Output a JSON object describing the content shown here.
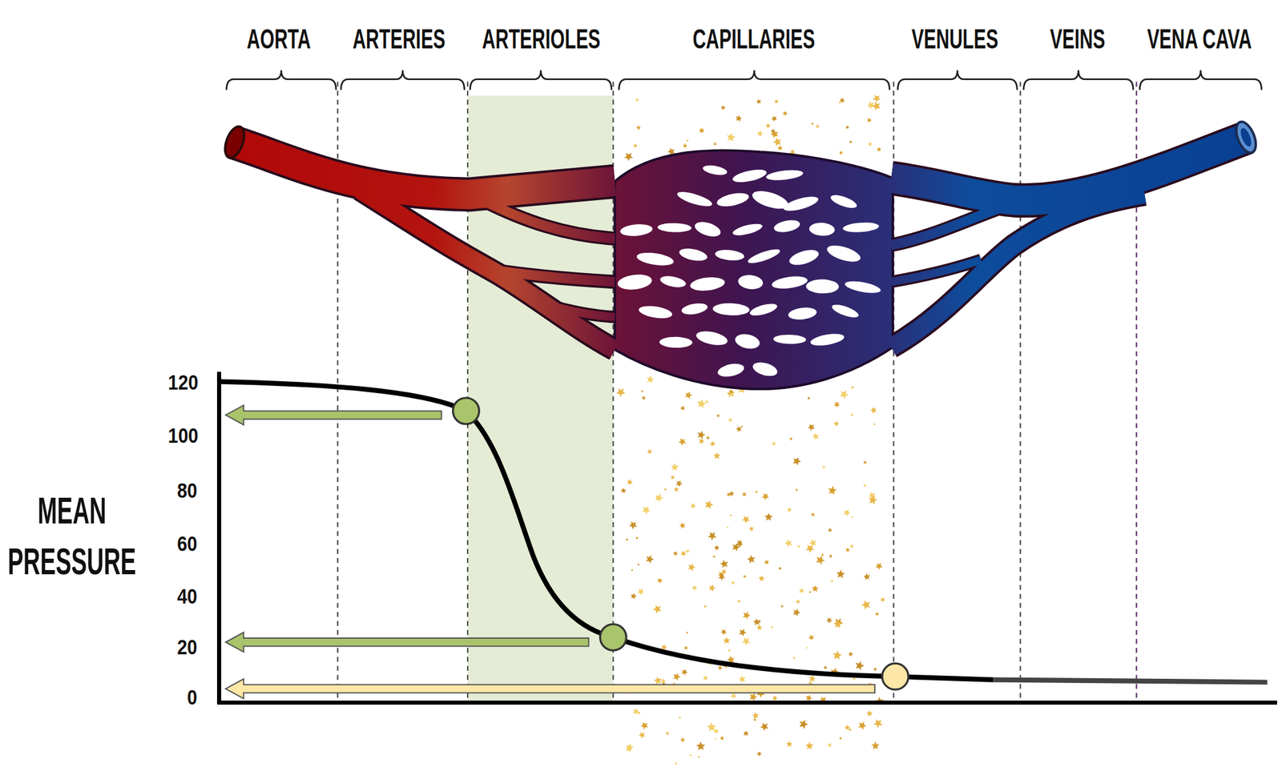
{
  "diagram": {
    "labels": [
      "AORTA",
      "ARTERIES",
      "ARTERIOLES",
      "CAPILLARIES",
      "VENULES",
      "VEINS",
      "VENA CAVA",
      "120",
      "100",
      "80",
      "60",
      "40",
      "20",
      "0",
      "MEAN PRESSURE"
    ]
  }
}
